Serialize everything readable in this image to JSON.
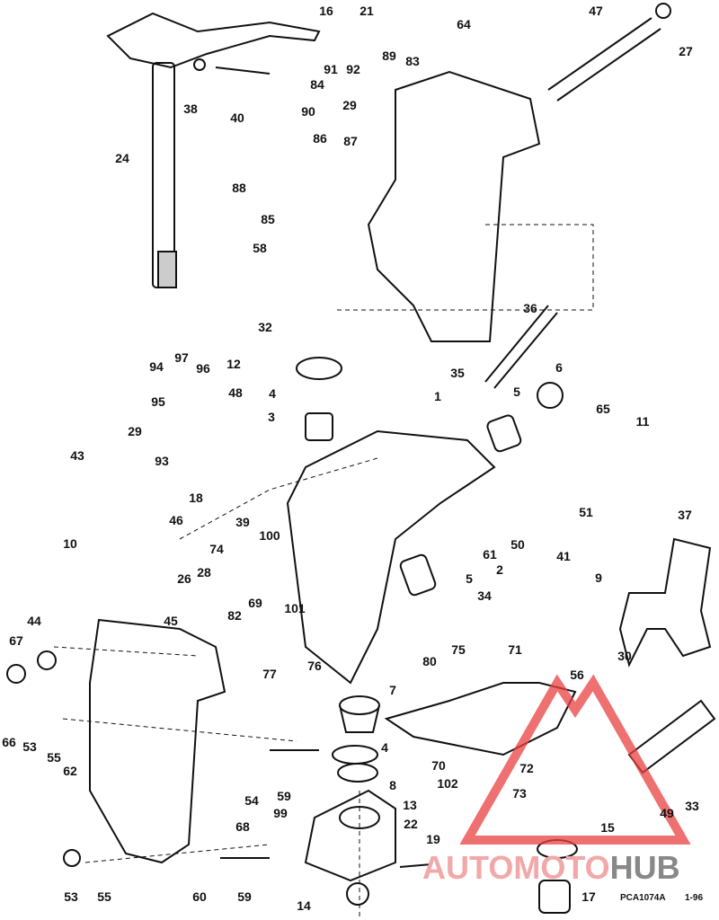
{
  "diagram_code": "PCA1074A",
  "diagram_date": "1-96",
  "watermark": {
    "part1": "AUTOMOTO",
    "part2": "HUB",
    "color1": "#f0a0a0",
    "color2": "#8a8a8a"
  },
  "part_labels": [
    "16",
    "21",
    "47",
    "27",
    "64",
    "91",
    "92",
    "89",
    "83",
    "38",
    "40",
    "84",
    "29",
    "90",
    "86",
    "87",
    "24",
    "88",
    "85",
    "58",
    "32",
    "36",
    "97",
    "94",
    "96",
    "12",
    "4",
    "35",
    "6",
    "1",
    "5",
    "48",
    "95",
    "3",
    "65",
    "11",
    "29",
    "43",
    "93",
    "18",
    "51",
    "37",
    "46",
    "39",
    "10",
    "74",
    "100",
    "61",
    "50",
    "41",
    "2",
    "5",
    "9",
    "26",
    "28",
    "34",
    "69",
    "101",
    "82",
    "45",
    "44",
    "75",
    "80",
    "76",
    "77",
    "67",
    "71",
    "30",
    "56",
    "7",
    "66",
    "53",
    "55",
    "62",
    "4",
    "70",
    "54",
    "59",
    "102",
    "8",
    "72",
    "73",
    "13",
    "49",
    "33",
    "99",
    "68",
    "22",
    "15",
    "19",
    "53",
    "55",
    "60",
    "59",
    "14",
    "17"
  ]
}
